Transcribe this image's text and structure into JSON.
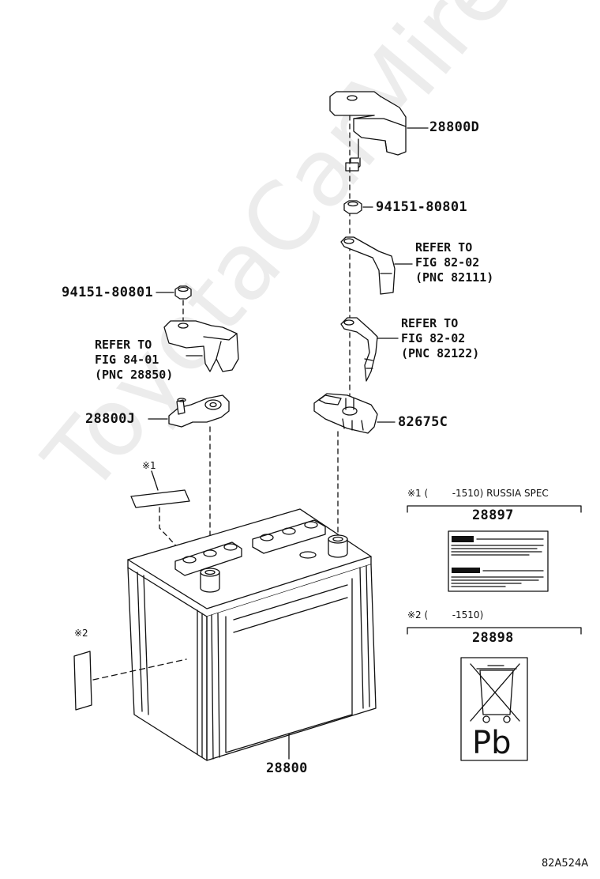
{
  "labels": {
    "cover": "28800D",
    "nut_upper": "94151-80801",
    "ref_82111": "REFER TO\nFIG 82-02\n(PNC 82111)",
    "nut_left": "94151-80801",
    "ref_28850": "REFER TO\nFIG 84-01\n(PNC 28850)",
    "ref_82122": "REFER TO\nFIG 82-02\n(PNC 82122)",
    "clamp_left": "28800J",
    "clamp_right": "82675C",
    "battery": "28800",
    "marker1": "※1",
    "marker2": "※2"
  },
  "notes": {
    "note1_header": "※1 (        -1510) RUSSIA SPEC",
    "note1_part": "28897",
    "note2_header": "※2 (        -1510)",
    "note2_part": "28898",
    "pb_symbol": "Pb"
  },
  "figure_code": "82A524A",
  "watermark": "ToyotaCarMire.ru"
}
